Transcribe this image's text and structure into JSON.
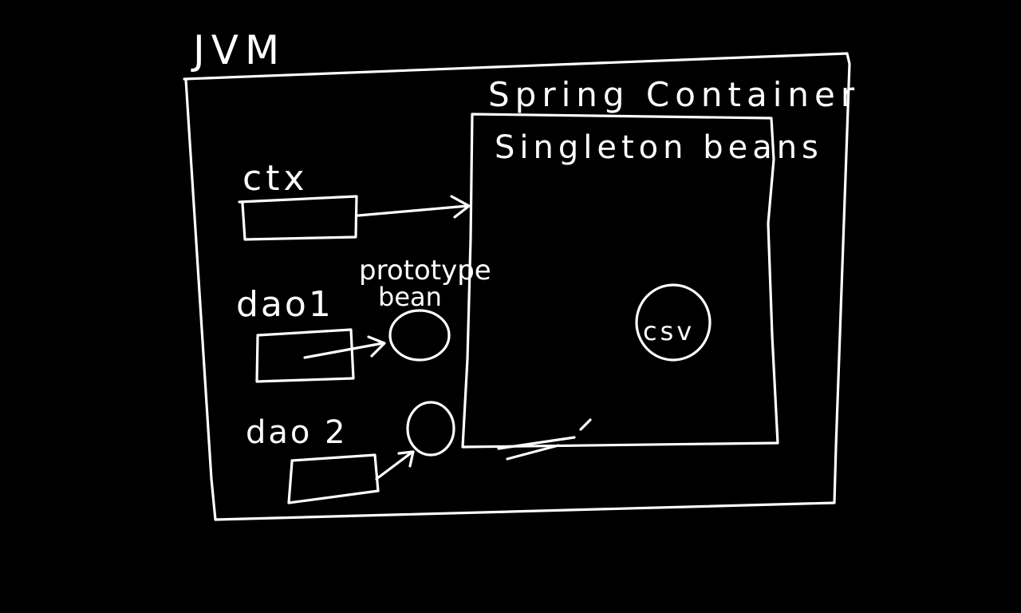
{
  "diagram": {
    "jvm_label": "JVM",
    "container_label": "Spring Container",
    "singleton_label": "Singleton beans",
    "ctx_label": "ctx",
    "dao1_label": "dao1",
    "dao2_label": "dao 2",
    "prototype_label_line1": "prototype",
    "prototype_label_line2": "bean",
    "csv_label": "csv"
  },
  "colors": {
    "background": "#000000",
    "ink": "#ffffff"
  }
}
